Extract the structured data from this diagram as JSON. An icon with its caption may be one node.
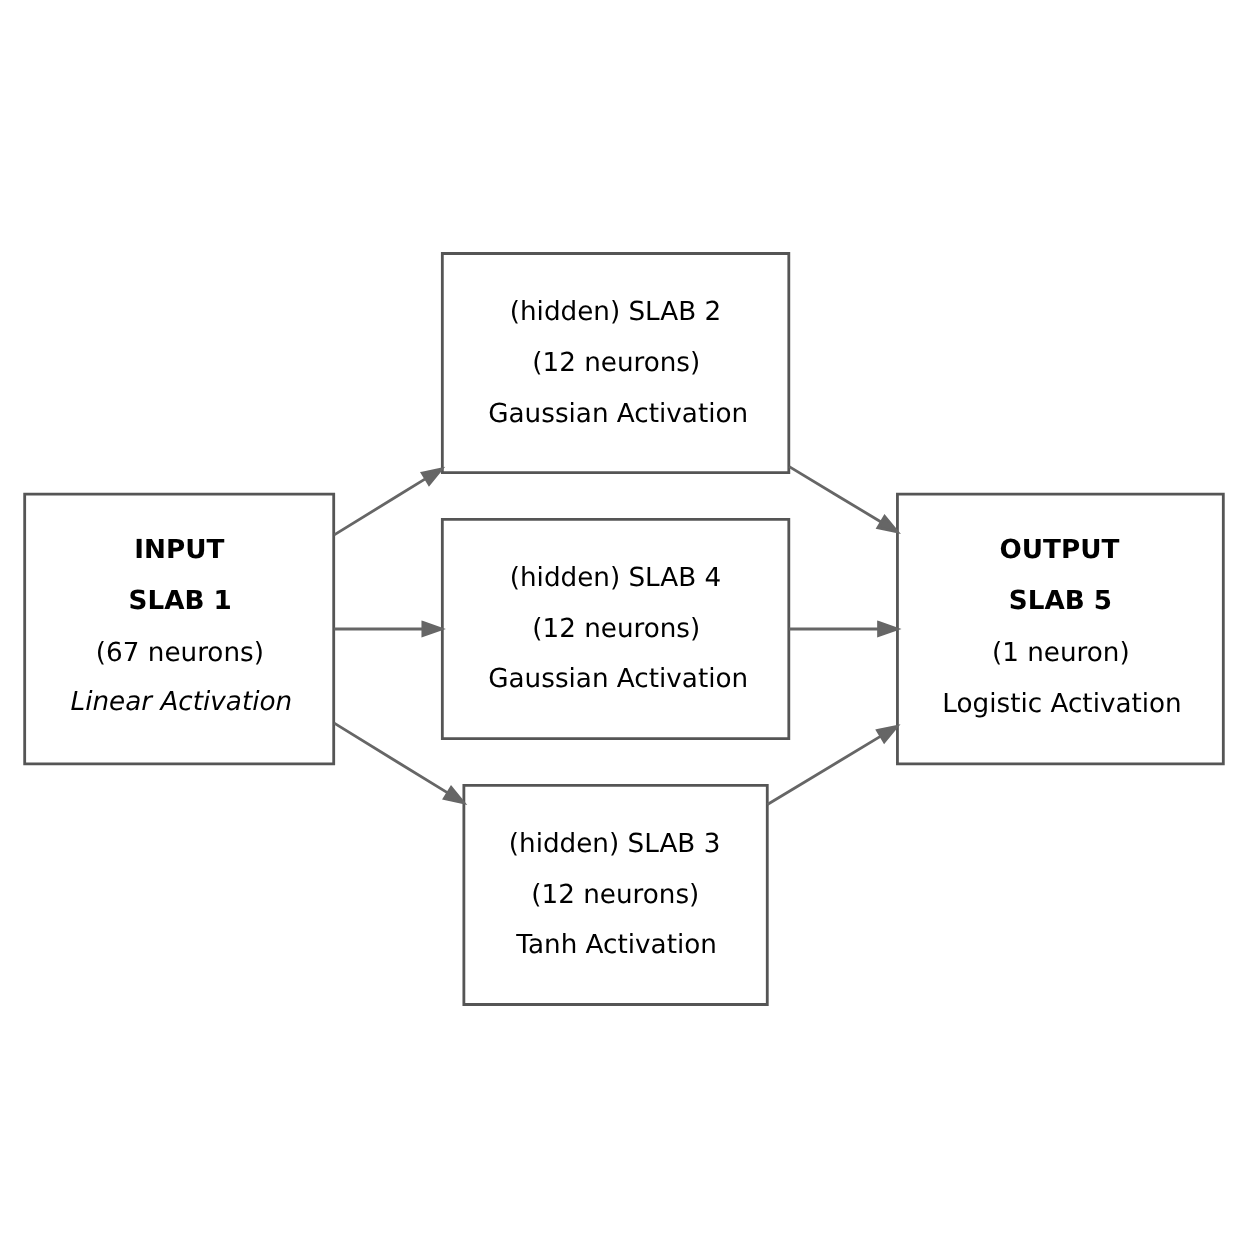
{
  "diagram": {
    "nodes": [
      {
        "text": [
          "INPUT",
          "SLAB 1",
          "(67 neurons)",
          "Linear Activation"
        ]
      },
      {
        "text": [
          "(hidden) SLAB 2",
          "(12 neurons)",
          "Gaussian Activation"
        ]
      },
      {
        "text": [
          "(hidden) SLAB 4",
          "(12 neurons)",
          "Gaussian Activation"
        ]
      },
      {
        "text": [
          "(hidden) SLAB 3",
          "(12 neurons)",
          "Tanh Activation"
        ]
      },
      {
        "text": [
          "OUTPUT",
          "SLAB 5",
          "(1 neuron)",
          "Logistic Activation"
        ]
      }
    ],
    "edges": [
      {
        "from": 0,
        "to": 1,
        "arrow": "to"
      },
      {
        "from": 0,
        "to": 2,
        "arrow": "to"
      },
      {
        "from": 0,
        "to": 3,
        "arrow": "to"
      },
      {
        "from": 1,
        "to": 4,
        "arrow": "to"
      },
      {
        "from": 2,
        "to": 4,
        "arrow": "to"
      },
      {
        "from": 3,
        "to": 4,
        "arrow": "to"
      }
    ]
  }
}
